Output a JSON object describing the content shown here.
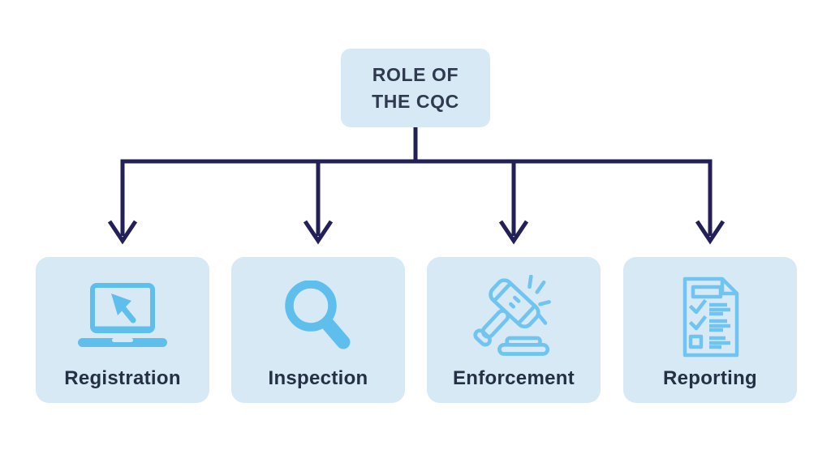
{
  "diagram": {
    "root_node": {
      "label": "ROLE OF THE CQC"
    },
    "nodes": [
      {
        "id": "registration",
        "label": "Registration",
        "icon": "laptop-cursor-icon"
      },
      {
        "id": "inspection",
        "label": "Inspection",
        "icon": "magnifying-glass-icon"
      },
      {
        "id": "enforcement",
        "label": "Enforcement",
        "icon": "gavel-icon"
      },
      {
        "id": "reporting",
        "label": "Reporting",
        "icon": "checklist-document-icon"
      }
    ],
    "connector_style": "right-angle lines with open chevron arrowheads"
  },
  "colors": {
    "page_background": "#ffffff",
    "node_background": "#d8e9f6",
    "connector": "#231f57",
    "title_text": "#2f3a50",
    "label_text": "#243043",
    "icon_fill_blue": "#5fbfec",
    "icon_outline_blue": "#70c5f0"
  }
}
